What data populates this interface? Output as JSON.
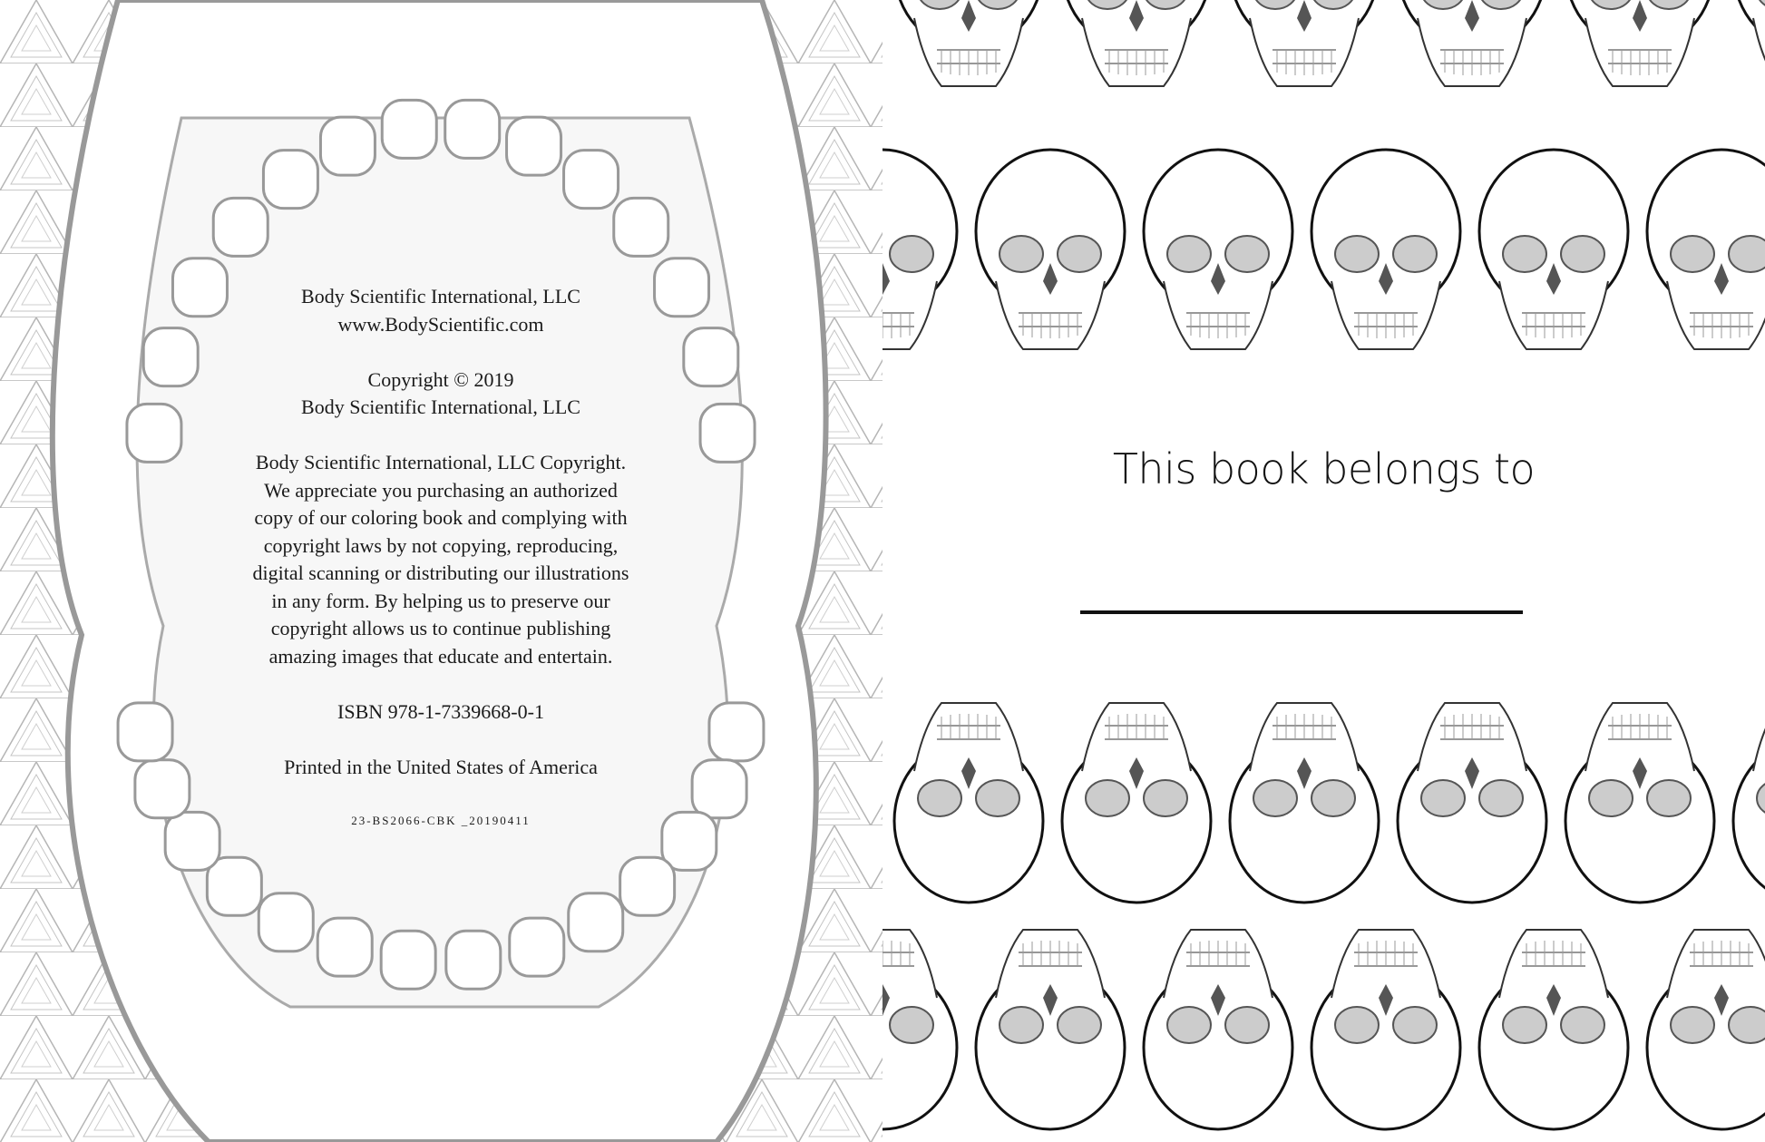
{
  "left_page": {
    "publisher": [
      "Body Scientific International, LLC",
      "www.BodyScientific.com"
    ],
    "copyright": [
      "Copyright © 2019",
      "Body Scientific International, LLC"
    ],
    "notice": [
      "Body Scientific International, LLC Copyright.",
      "We appreciate you purchasing an authorized",
      "copy of our coloring book and complying with",
      "copyright laws by not copying, reproducing,",
      "digital scanning or distributing our illustrations",
      "in any form. By helping us to preserve our",
      "copyright allows us to continue publishing",
      "amazing images that educate and entertain."
    ],
    "isbn": "ISBN 978-1-7339668-0-1",
    "printed": "Printed in the United States of America",
    "code": "23-BS2066-CBK _20190411"
  },
  "right_page": {
    "belongs_to": "This book belongs to"
  },
  "colors": {
    "line_grey": "#9a9a9a",
    "ink": "#111111"
  }
}
